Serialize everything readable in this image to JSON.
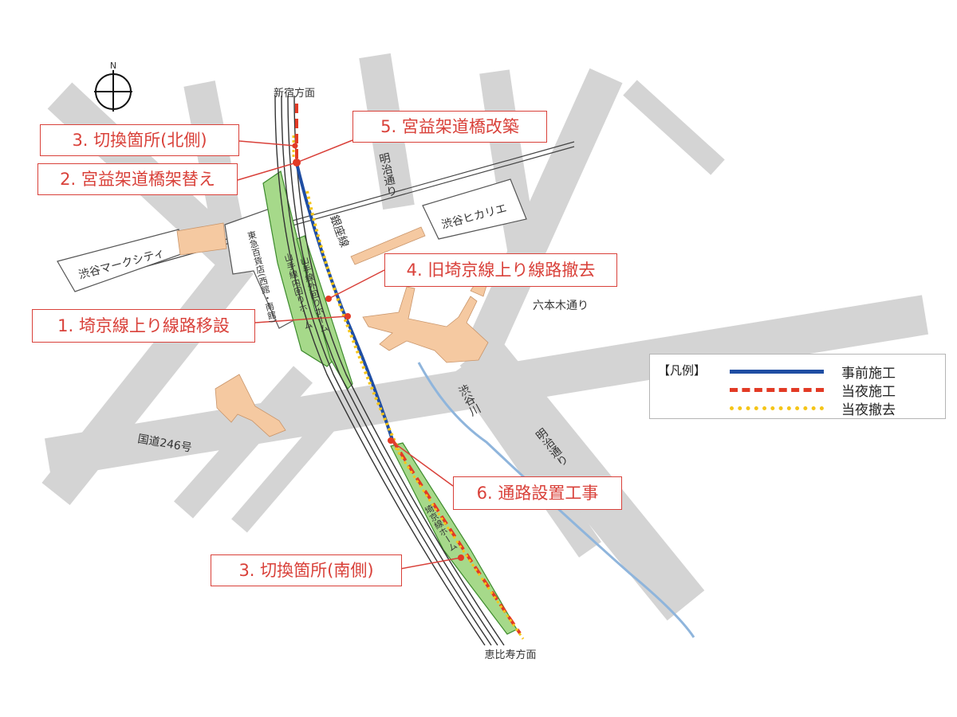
{
  "colors": {
    "road": "#d4d4d4",
    "building": "#ffffff",
    "structure": "#f5c9a1",
    "platform": "#a6d98a",
    "track": "#333333",
    "river": "#8fb5dc",
    "pre_construction": "#1f4ea3",
    "night_construction": "#e23a25",
    "night_removal": "#f5c518",
    "callout": "#d9413a"
  },
  "compass": {
    "label": "N",
    "icon": "north-arrow-icon"
  },
  "directions": {
    "north": "新宿方面",
    "south": "恵比寿方面"
  },
  "streets": {
    "meiji_north": "明治通り",
    "meiji_south": "明治通り",
    "roppongi": "六本木通り",
    "route246": "国道246号",
    "ginza_line": "銀座線",
    "shibuya_river": "渋谷川"
  },
  "buildings": {
    "mark_city": "渋谷マークシティ",
    "hikarie": "渋谷ヒカリエ",
    "tokyu": "東急百貨店(西館・南館)"
  },
  "platforms": {
    "yamanote_inner": "山手線内回りホーム",
    "yamanote_outer": "山手線外回りホーム",
    "saikyo": "埼京線ホーム"
  },
  "callouts": {
    "c3n": "3. 切換箇所(北側)",
    "c2": "2. 宮益架道橋架替え",
    "c5": "5. 宮益架道橋改築",
    "c4": "4. 旧埼京線上り線路撤去",
    "c1": "1. 埼京線上り線路移設",
    "c6": "6. 通路設置工事",
    "c3s": "3. 切換箇所(南側)"
  },
  "legend": {
    "title": "【凡例】",
    "items": [
      {
        "label": "事前施工",
        "style": "solid",
        "color": "#1f4ea3"
      },
      {
        "label": "当夜施工",
        "style": "dashed",
        "color": "#e23a25"
      },
      {
        "label": "当夜撤去",
        "style": "dotted",
        "color": "#f5c518"
      }
    ]
  }
}
